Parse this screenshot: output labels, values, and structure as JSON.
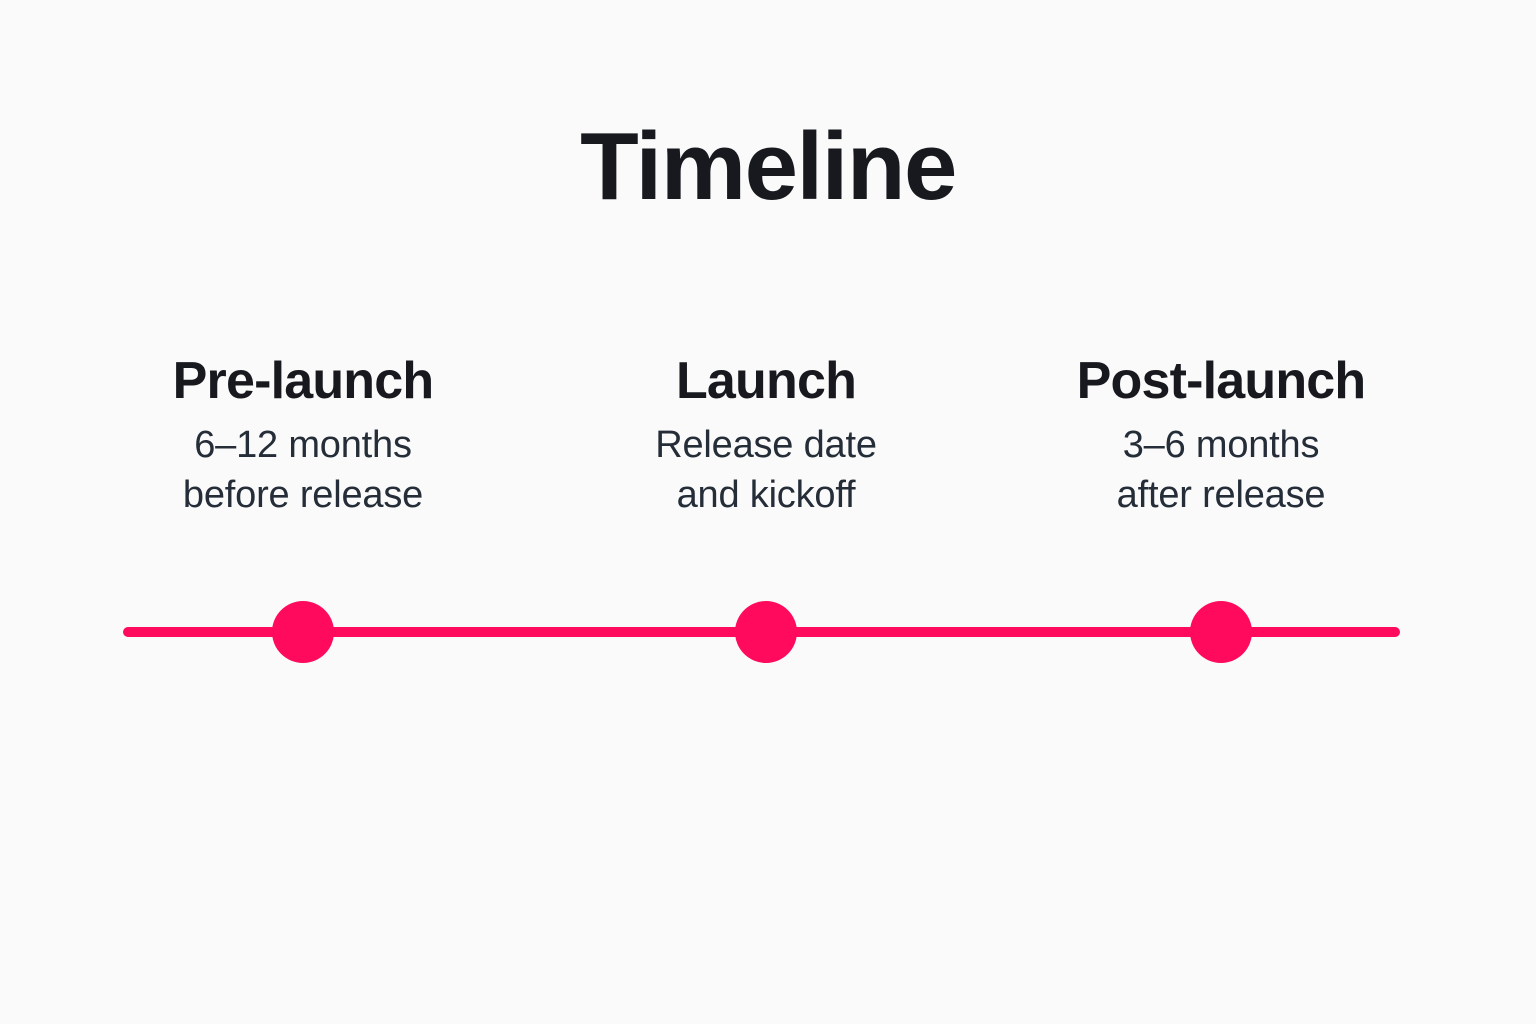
{
  "title": "Timeline",
  "background_color": "#fafafa",
  "accent_color": "#ff0a5c",
  "title_color": "#17191e",
  "heading_color": "#17191e",
  "description_color": "#252d38",
  "milestones": [
    {
      "heading": "Pre-launch",
      "desc_line1": "6–12 months",
      "desc_line2": "before release"
    },
    {
      "heading": "Launch",
      "desc_line1": "Release date",
      "desc_line2": "and kickoff"
    },
    {
      "heading": "Post-launch",
      "desc_line1": "3–6 months",
      "desc_line2": "after release"
    }
  ]
}
